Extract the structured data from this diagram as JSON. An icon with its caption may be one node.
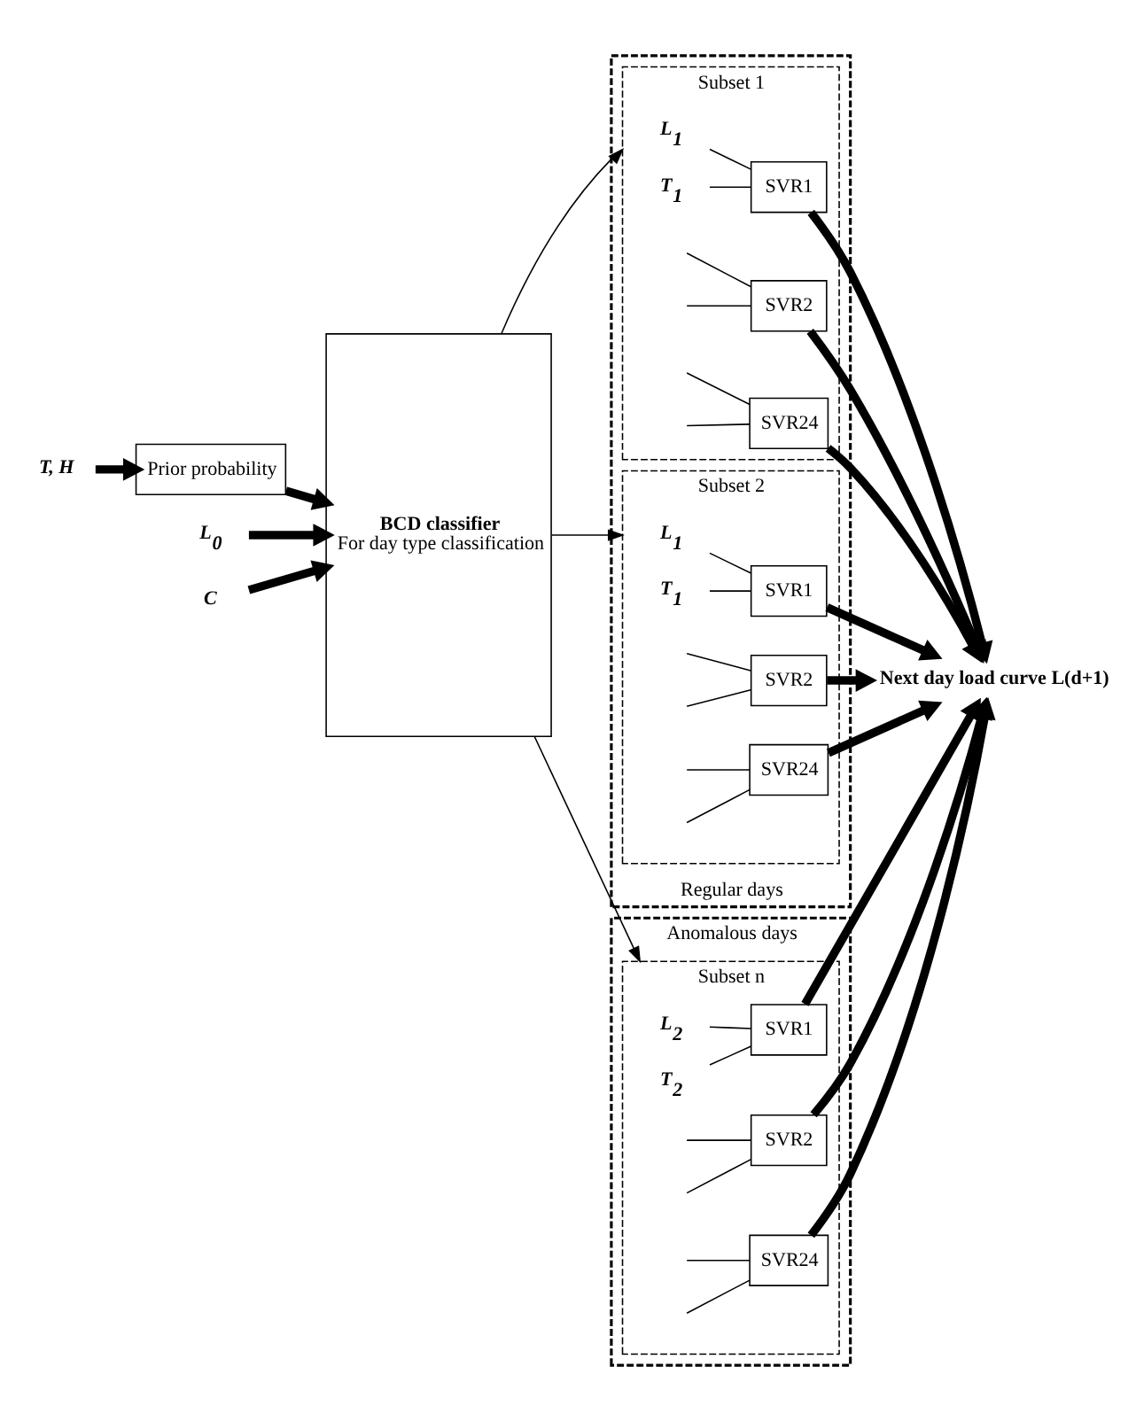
{
  "diagram": {
    "nodes": [
      {
        "text": [
          "T, H"
        ]
      },
      {
        "text": [
          "Prior probability"
        ]
      },
      {
        "text": [
          "BCD classifier",
          "For day type classification"
        ]
      },
      {
        "text": [
          "L$_{0}$"
        ]
      },
      {
        "text": [
          "C"
        ]
      },
      {
        "text": [
          "Regular days"
        ]
      },
      {
        "text": [
          "Subset 1"
        ],
        "in": 5
      },
      {
        "text": [
          "L$_{1}$"
        ],
        "in": 6
      },
      {
        "text": [
          "T$_{1}$"
        ],
        "in": 6
      },
      {
        "text": [
          "SVR1"
        ],
        "in": 6
      },
      {
        "text": [
          "SVR2"
        ],
        "in": 6
      },
      {
        "text": [
          "SVR24"
        ],
        "in": 6
      },
      {
        "text": [
          "Subset 2"
        ],
        "in": 5
      },
      {
        "text": [
          "L$_{1}$"
        ],
        "in": 12
      },
      {
        "text": [
          "T$_{1}$"
        ],
        "in": 12
      },
      {
        "text": [
          "SVR1"
        ],
        "in": 12
      },
      {
        "text": [
          "SVR2"
        ],
        "in": 12
      },
      {
        "text": [
          "SVR24"
        ],
        "in": 12
      },
      {
        "text": [
          "Anomalous days"
        ]
      },
      {
        "text": [
          "Subset n"
        ],
        "in": 18
      },
      {
        "text": [
          "L$_{2}$"
        ],
        "in": 19
      },
      {
        "text": [
          "T$_{2}$"
        ],
        "in": 19
      },
      {
        "text": [
          "SVR1"
        ],
        "in": 19
      },
      {
        "text": [
          "SVR2"
        ],
        "in": 19
      },
      {
        "text": [
          "SVR24"
        ],
        "in": 19
      },
      {
        "text": [
          "Next day load curve L(d+1)"
        ]
      }
    ],
    "edges": [
      {
        "from": 0,
        "to": 1,
        "arrow": "to",
        "style": "thick"
      },
      {
        "from": 1,
        "to": 2,
        "arrow": "to",
        "style": "thick"
      },
      {
        "from": 3,
        "to": 2,
        "arrow": "to",
        "style": "thick"
      },
      {
        "from": 4,
        "to": 2,
        "arrow": "to",
        "style": "thick"
      },
      {
        "from": 2,
        "to": 6,
        "arrow": "to"
      },
      {
        "from": 2,
        "to": 12,
        "arrow": "to"
      },
      {
        "from": 2,
        "to": 19,
        "arrow": "to"
      },
      {
        "from": 7,
        "to": 9,
        "arrow": "none"
      },
      {
        "from": 8,
        "to": 9,
        "arrow": "none"
      },
      {
        "from": null,
        "to": 10,
        "arrow": "none"
      },
      {
        "from": null,
        "to": 10,
        "arrow": "none"
      },
      {
        "from": null,
        "to": 11,
        "arrow": "none"
      },
      {
        "from": null,
        "to": 11,
        "arrow": "none"
      },
      {
        "from": 9,
        "to": 25,
        "arrow": "to",
        "style": "thick"
      },
      {
        "from": 10,
        "to": 25,
        "arrow": "to",
        "style": "thick"
      },
      {
        "from": 11,
        "to": 25,
        "arrow": "to",
        "style": "thick"
      },
      {
        "from": 13,
        "to": 15,
        "arrow": "none"
      },
      {
        "from": 14,
        "to": 15,
        "arrow": "none"
      },
      {
        "from": null,
        "to": 16,
        "arrow": "none"
      },
      {
        "from": null,
        "to": 16,
        "arrow": "none"
      },
      {
        "from": null,
        "to": 17,
        "arrow": "none"
      },
      {
        "from": null,
        "to": 17,
        "arrow": "none"
      },
      {
        "from": 15,
        "to": 25,
        "arrow": "to",
        "style": "thick"
      },
      {
        "from": 16,
        "to": 25,
        "arrow": "to",
        "style": "thick"
      },
      {
        "from": 17,
        "to": 25,
        "arrow": "to",
        "style": "thick"
      },
      {
        "from": 20,
        "to": 22,
        "arrow": "none"
      },
      {
        "from": 21,
        "to": 22,
        "arrow": "none"
      },
      {
        "from": null,
        "to": 23,
        "arrow": "none"
      },
      {
        "from": null,
        "to": 23,
        "arrow": "none"
      },
      {
        "from": null,
        "to": 24,
        "arrow": "none"
      },
      {
        "from": null,
        "to": 24,
        "arrow": "none"
      },
      {
        "from": 22,
        "to": 25,
        "arrow": "to",
        "style": "thick"
      },
      {
        "from": 23,
        "to": 25,
        "arrow": "to",
        "style": "thick"
      },
      {
        "from": 24,
        "to": 25,
        "arrow": "to",
        "style": "thick"
      }
    ]
  }
}
